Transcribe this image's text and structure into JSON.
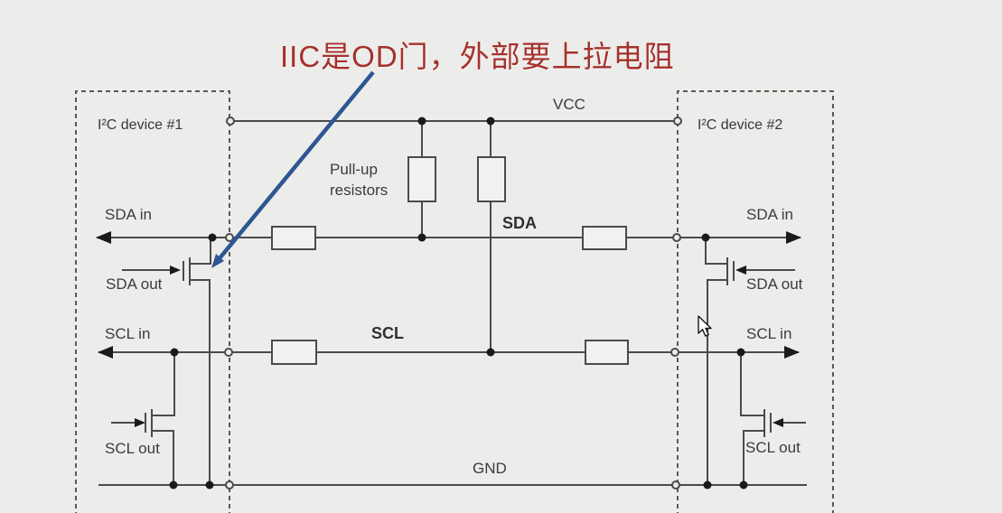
{
  "annotation": {
    "text": "IIC是OD门，外部要上拉电阻"
  },
  "bus": {
    "vcc": "VCC",
    "gnd": "GND",
    "sda": "SDA",
    "scl": "SCL",
    "pullup": "Pull-up\nresistors"
  },
  "device1": {
    "title": "I²C device #1",
    "sda_in": "SDA in",
    "sda_out": "SDA out",
    "scl_in": "SCL in",
    "scl_out": "SCL out"
  },
  "device2": {
    "title": "I²C device #2",
    "sda_in": "SDA in",
    "sda_out": "SDA out",
    "scl_in": "SCL in",
    "scl_out": "SCL out"
  },
  "colors": {
    "background": "#ececea",
    "line": "#4b4b4b",
    "annotation_red": "#a5312c",
    "arrow_blue": "#2d5693"
  }
}
